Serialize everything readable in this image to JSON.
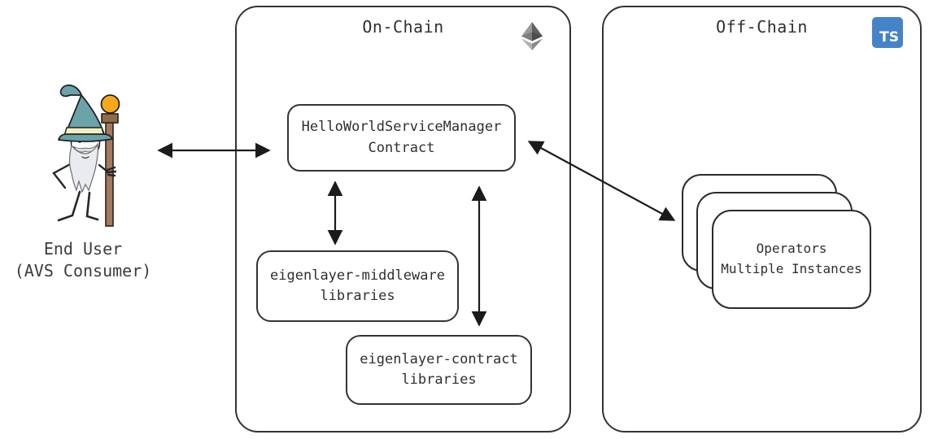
{
  "diagram": {
    "end_user": {
      "line1": "End User",
      "line2": "(AVS Consumer)"
    },
    "onchain": {
      "title": "On-Chain",
      "icon": "ethereum-icon",
      "service_manager": {
        "line1": "HelloWorldServiceManager",
        "line2": "Contract"
      },
      "middleware": {
        "line1": "eigenlayer-middleware",
        "line2": "libraries"
      },
      "contracts": {
        "line1": "eigenlayer-contract",
        "line2": "libraries"
      }
    },
    "offchain": {
      "title": "Off-Chain",
      "icon": "typescript-icon",
      "ts_badge": "TS",
      "operators": {
        "line1": "Operators",
        "line2": "Multiple Instances"
      }
    },
    "connections": [
      {
        "from": "end-user",
        "to": "helloworld-service-manager-contract",
        "type": "bidirectional"
      },
      {
        "from": "helloworld-service-manager-contract",
        "to": "eigenlayer-middleware-libraries",
        "type": "bidirectional"
      },
      {
        "from": "helloworld-service-manager-contract",
        "to": "eigenlayer-contract-libraries",
        "type": "bidirectional"
      },
      {
        "from": "helloworld-service-manager-contract",
        "to": "operators-multiple-instances",
        "type": "bidirectional"
      }
    ],
    "colors": {
      "outline": "#343434",
      "arrow": "#1b1b1b",
      "typescript_blue": "#4583c9",
      "wizard_hat_teal": "#6ba3ab",
      "wizard_band_yellow": "#f2efbc",
      "staff_brown": "#a5795b",
      "orb_orange": "#f6a81c"
    }
  }
}
